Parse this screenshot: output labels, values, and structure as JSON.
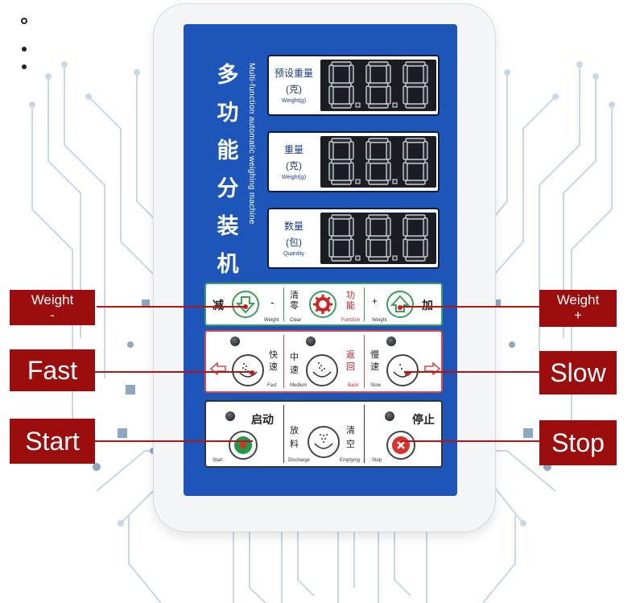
{
  "corner_dots": [
    "ring",
    "dot",
    "dot"
  ],
  "device": {
    "title_cn": [
      "多",
      "功",
      "能",
      "分",
      "装",
      "机"
    ],
    "title_en": "Multi-function automatic weighing machine",
    "displays": [
      {
        "cn": "预设重量",
        "unit": "(克)",
        "en": "Weight(g)",
        "digits": "8.8.8"
      },
      {
        "cn": "重量",
        "unit": "(克)",
        "en": "Weight(g)",
        "digits": "8.8.8"
      },
      {
        "cn": "数量",
        "unit": "(包)",
        "en": "Quantity",
        "digits": "8.8.8"
      }
    ],
    "weight_row": {
      "minus_cn": "减",
      "minus_sym": "-",
      "minus_en": "Weight",
      "clear_cn": [
        "清",
        "零"
      ],
      "clear_en": "Clear",
      "func_cn": [
        "功",
        "能"
      ],
      "func_en": "Function",
      "plus_sym": "+",
      "plus_cn": "加",
      "plus_en": "Weight"
    },
    "speed_row": {
      "fast_cn": [
        "快",
        "速"
      ],
      "fast_en": "Fast",
      "medium_cn": [
        "中",
        "速"
      ],
      "medium_en": "Medium",
      "back_cn": [
        "返",
        "回"
      ],
      "back_en": "Back",
      "slow_cn": [
        "慢",
        "速"
      ],
      "slow_en": "Slow"
    },
    "control_row": {
      "start_cn": "启动",
      "start_en": "Start",
      "discharge_cn": [
        "放",
        "料"
      ],
      "discharge_en": "Discharge",
      "empty_cn": [
        "清",
        "空"
      ],
      "empty_en": "Emptying",
      "stop_cn": "停止",
      "stop_en": "Stop"
    }
  },
  "callouts": {
    "weight_minus": {
      "l1": "Weight",
      "l2": "-"
    },
    "weight_plus": {
      "l1": "Weight",
      "l2": "+"
    },
    "fast": "Fast",
    "slow": "Slow",
    "start": "Start",
    "stop": "Stop"
  },
  "colors": {
    "panel_blue": "#1d55b8",
    "callout_red": "#9c0d0d",
    "green_row": "#3aa05a",
    "red_row": "#e04848",
    "start_green": "#1e9a4a",
    "stop_red": "#d8322a"
  }
}
